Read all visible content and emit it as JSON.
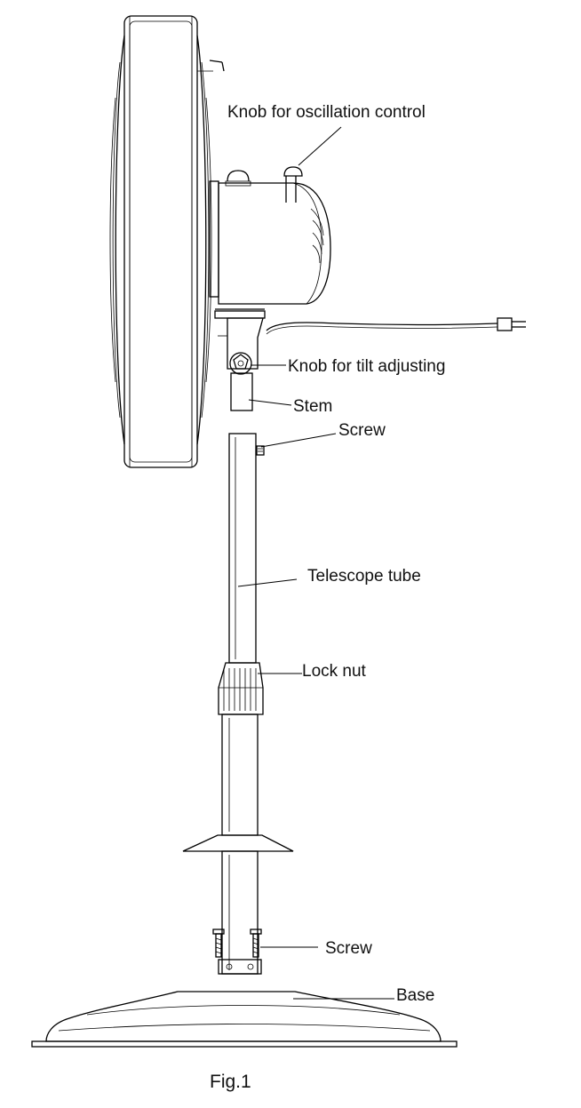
{
  "figure": {
    "caption": "Fig.1",
    "labels": {
      "oscillation_knob": "Knob for oscillation control",
      "tilt_knob": "Knob for tilt adjusting",
      "stem": "Stem",
      "screw_top": "Screw",
      "telescope_tube": "Telescope tube",
      "lock_nut": "Lock nut",
      "screw_bottom": "Screw",
      "base": "Base"
    }
  }
}
